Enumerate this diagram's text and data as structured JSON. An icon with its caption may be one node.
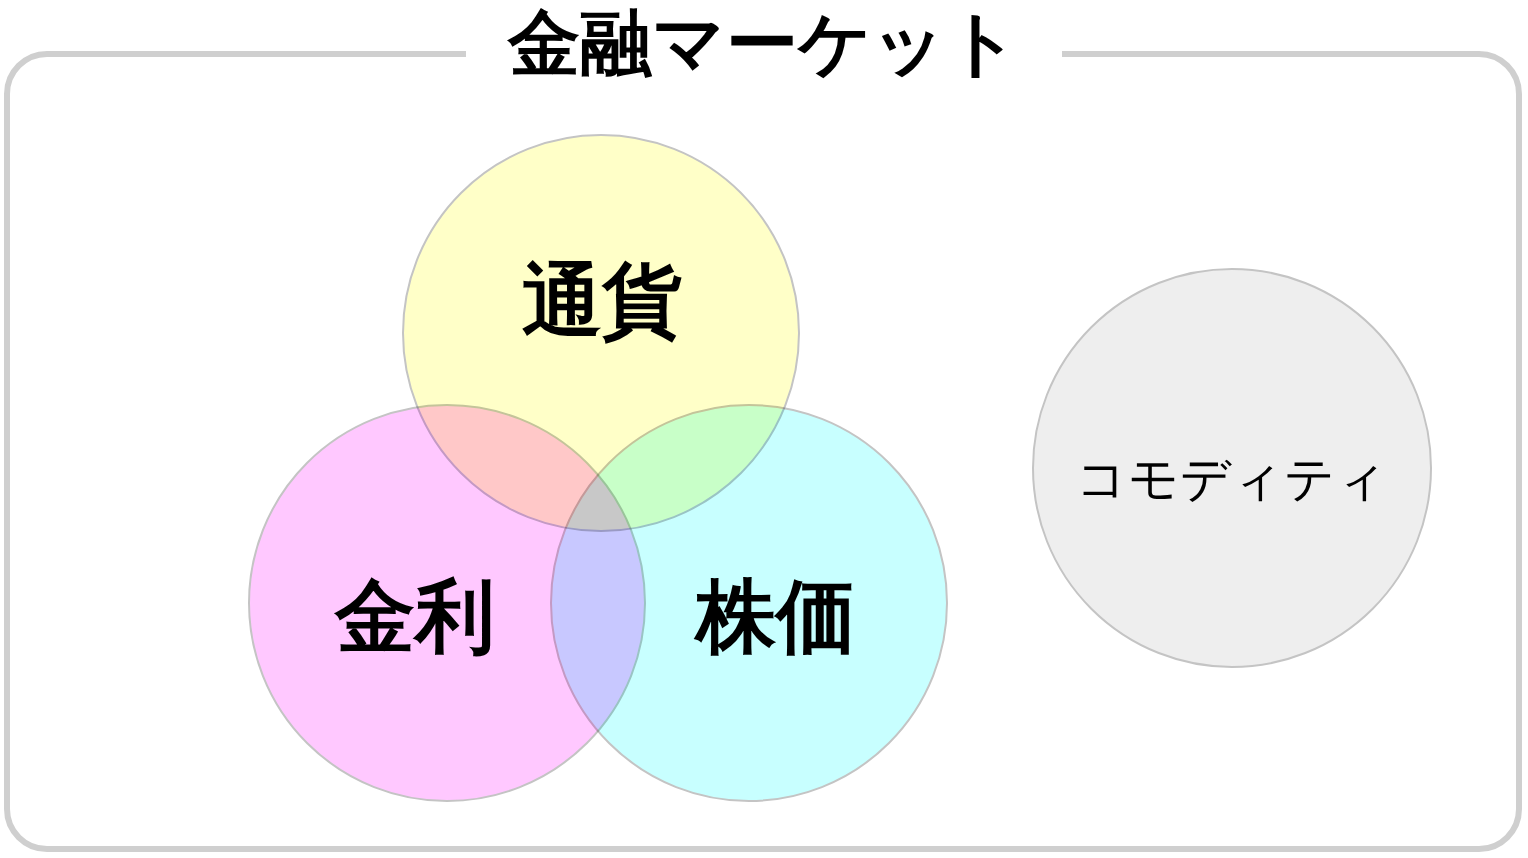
{
  "diagram": {
    "nodes": [
      {
        "text": [
          "金融マーケット"
        ]
      },
      {
        "text": [
          "通貨"
        ],
        "in": 0
      },
      {
        "text": [
          "金利"
        ],
        "in": 0
      },
      {
        "text": [
          "株価"
        ],
        "in": 0
      },
      {
        "text": [
          "コモディティ"
        ],
        "in": 0
      }
    ]
  }
}
